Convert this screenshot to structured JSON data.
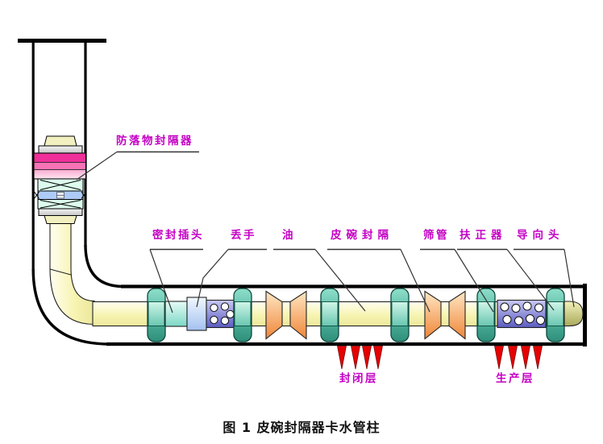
{
  "figure": {
    "caption": "图 1 皮碗封隔器卡水管柱"
  },
  "labels": {
    "debris_packer": "防落物封隔器",
    "seal_plug": "密封插头",
    "release_tool": "丢手",
    "oil_tubing": "油",
    "cup_packer": "皮碗封隔",
    "screen_pipe": "筛管",
    "centralizer": "扶正器",
    "guide_head": "导向头",
    "sealed_zone": "封闭层",
    "production_zone": "生产层"
  },
  "colors": {
    "label_text": "#C400C4",
    "caption_text": "#111111",
    "outline": "#000000",
    "tubing_yellow": "#F6F3AE",
    "collar_teal": "#5BBFA9",
    "seal_cyan": "#9ADFD0",
    "release_blue": "#AFC9F0",
    "screen_purple": "#6B6BC8",
    "cup_orange": "#EF8638",
    "packer_pink": "#F03090",
    "zone_arrow_red": "#E60000"
  }
}
